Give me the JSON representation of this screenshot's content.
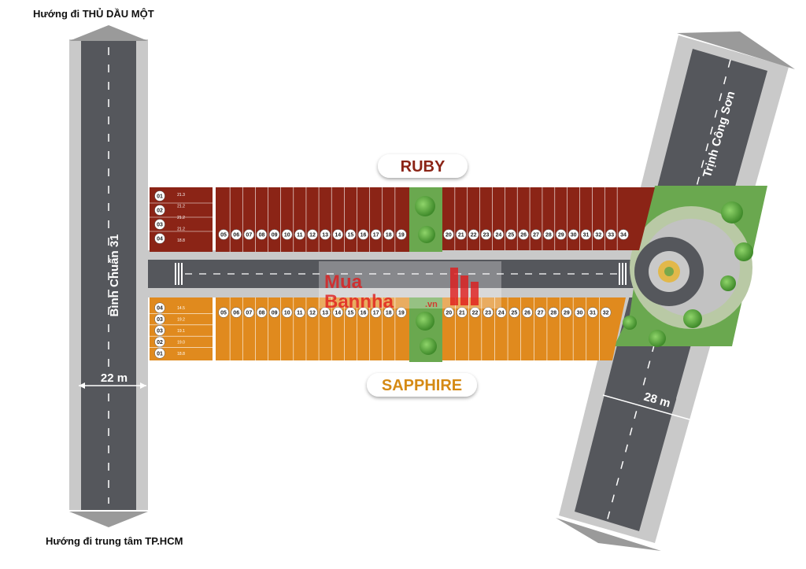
{
  "directions": {
    "top": "Hướng đi THỦ DẦU MỘT",
    "bottom": "Hướng đi trung tâm TP.HCM"
  },
  "roads": {
    "left_name": "Bình Chuẩn 31",
    "right_name": "Trịnh Công Sơn",
    "left_width": "22 m",
    "right_width": "28 m"
  },
  "zones": {
    "north_label": "RUBY",
    "south_label": "SAPPHIRE"
  },
  "watermark": {
    "line1": "Mua",
    "line2": "Bannha",
    "suffix": ".vn"
  },
  "colors": {
    "ruby": "#8b2416",
    "sapphire": "#e08a1e",
    "road": "#5a5c61",
    "sidewalk": "#c9c9c9",
    "park": "#6aa84f",
    "ruby_text": "#8b2416",
    "sapphire_text": "#d58a14"
  },
  "ruby": {
    "corner_lots": [
      "01",
      "02",
      "03",
      "04"
    ],
    "corner_dims": [
      "21.3",
      "21.2",
      "21.2",
      "21.2",
      "18.8"
    ],
    "left_block": [
      "05",
      "06",
      "07",
      "08",
      "09",
      "10",
      "11",
      "12",
      "13",
      "14",
      "15",
      "16",
      "17",
      "18",
      "19"
    ],
    "right_block": [
      "20",
      "21",
      "22",
      "23",
      "24",
      "25",
      "26",
      "27",
      "28",
      "29",
      "30",
      "31",
      "32",
      "33",
      "34"
    ]
  },
  "sapphire": {
    "corner_lots": [
      "04",
      "03",
      "03",
      "02",
      "01"
    ],
    "corner_dims": [
      "14.5",
      "19.2",
      "19.1",
      "19.0",
      "18.8"
    ],
    "left_block": [
      "05",
      "06",
      "07",
      "08",
      "09",
      "10",
      "11",
      "12",
      "13",
      "14",
      "15",
      "16",
      "17",
      "18",
      "19"
    ],
    "right_block": [
      "20",
      "21",
      "22",
      "23",
      "24",
      "25",
      "26",
      "27",
      "28",
      "29",
      "30",
      "31",
      "32"
    ]
  }
}
